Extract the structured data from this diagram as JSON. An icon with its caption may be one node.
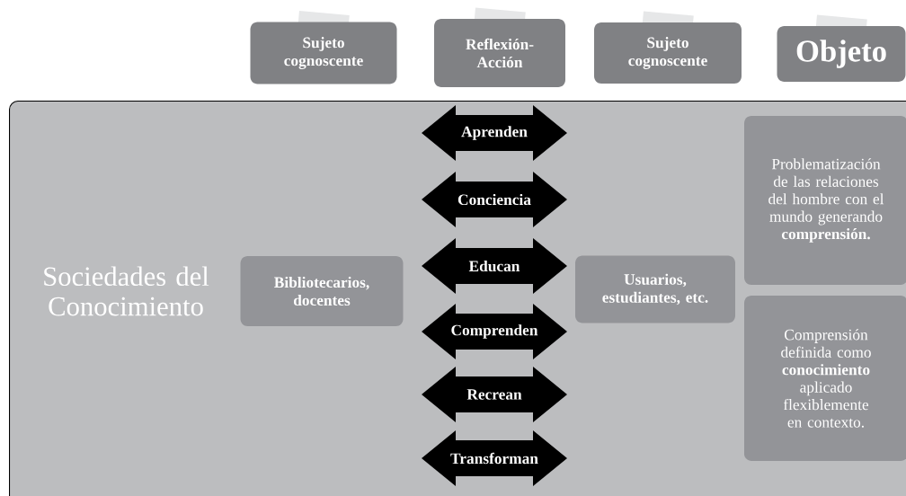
{
  "diagram": {
    "nodes": [
      {
        "text": [
          "Sujeto cognoscente"
        ]
      },
      {
        "text": [
          "Reflexión- Acción"
        ]
      },
      {
        "text": [
          "Sujeto cognoscente"
        ]
      },
      {
        "text": [
          "Objeto"
        ]
      },
      {
        "text": [
          "Sociedades del Conocimiento"
        ]
      },
      {
        "text": [
          "Bibliotecarios, docentes"
        ],
        "in": 4
      },
      {
        "text": [
          "Aprenden"
        ],
        "in": 4
      },
      {
        "text": [
          "Conciencia"
        ],
        "in": 4
      },
      {
        "text": [
          "Educan"
        ],
        "in": 4
      },
      {
        "text": [
          "Comprenden"
        ],
        "in": 4
      },
      {
        "text": [
          "Recrean"
        ],
        "in": 4
      },
      {
        "text": [
          "Transforman"
        ],
        "in": 4
      },
      {
        "text": [
          "Usuarios, estudiantes, etc."
        ],
        "in": 4
      },
      {
        "text": [
          "Problematización de las relaciones del hombre con el mundo generando **comprensión.**"
        ],
        "in": 4
      },
      {
        "text": [
          "Comprensión definida como **conocimiento** aplicado flexiblemente en contexto."
        ],
        "in": 4
      }
    ]
  }
}
